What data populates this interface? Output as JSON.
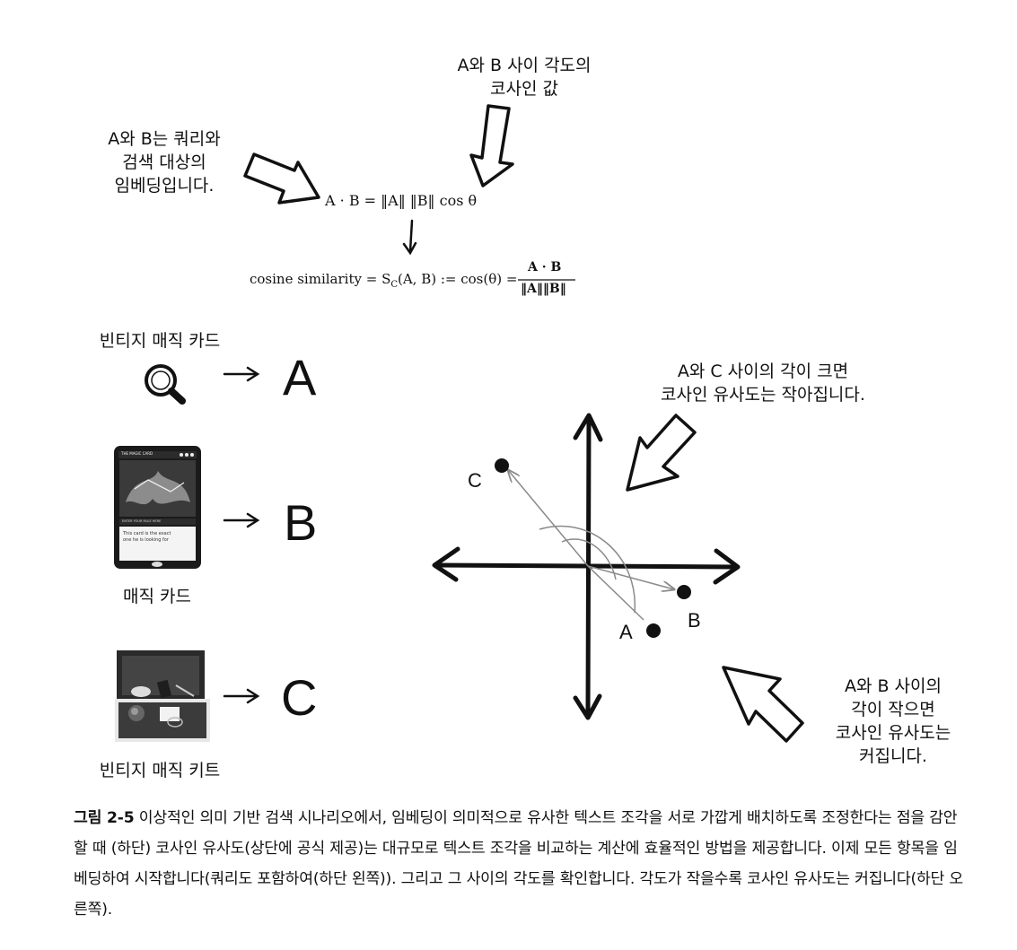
{
  "annotations": {
    "cos_angle": "A와 B 사이 각도의\n코사인 값",
    "ab_embeddings": "A와 B는 쿼리와\n검색 대상의\n임베딩입니다.",
    "ac_large": "A와 C 사이의 각이 크면\n코사인 유사도는 작아집니다.",
    "ab_small": "A와 B 사이의\n각이 작으면\n코사인 유사도는\n커집니다."
  },
  "formulas": {
    "dot_product": {
      "lhs": "A · B = ‖A‖ ‖B‖ cos θ"
    },
    "cosine_similarity": {
      "prefix": "cosine similarity = S",
      "subscript": "C",
      "middle": "(A, B) := cos(θ) =",
      "numerator": "A · B",
      "denominator": "‖A‖‖B‖"
    }
  },
  "items": [
    {
      "top_label": "빈티지 매직 카드",
      "letter": "A",
      "icon": "magnifier-icon"
    },
    {
      "bottom_label": "매직 카드",
      "letter": "B",
      "icon": "magic-card-icon"
    },
    {
      "bottom_label": "빈티지 매직 키트",
      "letter": "C",
      "icon": "magic-kit-photo"
    }
  ],
  "card_text": {
    "title": "THE MAGIC CARD",
    "type_line": "ENTER YOUR RULE HERE",
    "body": "This card is the exact one he is looking for"
  },
  "points": {
    "a": "A",
    "b": "B",
    "c": "C"
  },
  "caption": {
    "label": "그림 2-5",
    "text": " 이상적인 의미 기반 검색 시나리오에서, 임베딩이 의미적으로 유사한 텍스트 조각을 서로 가깝게 배치하도록 조정한다는 점을 감안할 때 (하단) 코사인 유사도(상단에 공식 제공)는 대규모로 텍스트 조각을 비교하는 계산에 효율적인 방법을 제공합니다. 이제 모든 항목을 임베딩하여 시작합니다(쿼리도 포함하여(하단 왼쪽)). 그리고 그 사이의 각도를 확인합니다. 각도가 작을수록 코사인 유사도는 커집니다(하단 오른쪽)."
  },
  "colors": {
    "ink": "#111111",
    "thin_line": "#8a8a8a"
  }
}
